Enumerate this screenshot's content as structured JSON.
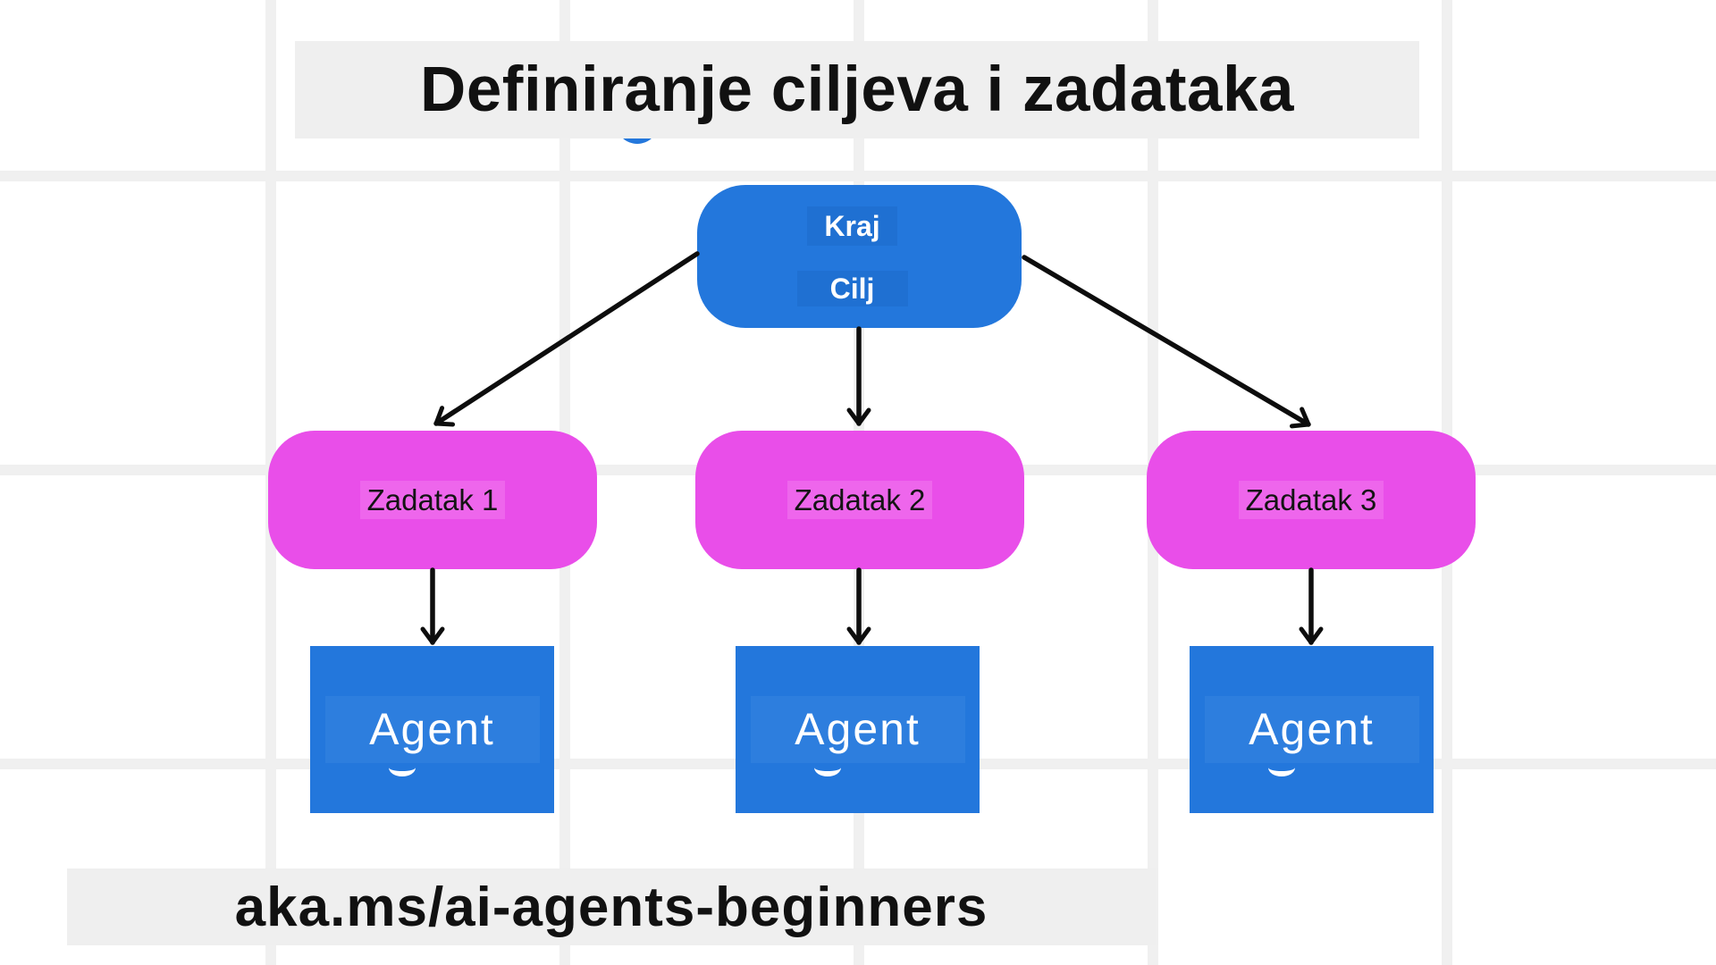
{
  "title": {
    "text": "Definiranje ciljeva i zadataka"
  },
  "footer": {
    "text": "aka.ms/ai-agents-beginners"
  },
  "goal": {
    "lines": [
      "Kraj",
      "Cilj"
    ]
  },
  "tasks": [
    {
      "label": "Zadatak 1"
    },
    {
      "label": "Zadatak 2"
    },
    {
      "label": "Zadatak 3"
    }
  ],
  "agents": [
    {
      "label": "Agent"
    },
    {
      "label": "Agent"
    },
    {
      "label": "Agent"
    }
  ],
  "edges": [
    {
      "from": "goal",
      "to": "task-1"
    },
    {
      "from": "goal",
      "to": "task-2"
    },
    {
      "from": "goal",
      "to": "task-3"
    },
    {
      "from": "task-1",
      "to": "agent-1"
    },
    {
      "from": "task-2",
      "to": "agent-2"
    },
    {
      "from": "task-3",
      "to": "agent-3"
    }
  ],
  "colors": {
    "blue": "#2377dc",
    "blue-overlay-dark": "#1f70d2",
    "blue-overlay-light": "#2d7ede",
    "magenta": "#e94ee9",
    "magenta-overlay": "#ee66ec",
    "banner-gray": "#efefef",
    "grid-gray": "#f0f0f0",
    "ink": "#111111",
    "text-on-blue": "#ffffff"
  }
}
